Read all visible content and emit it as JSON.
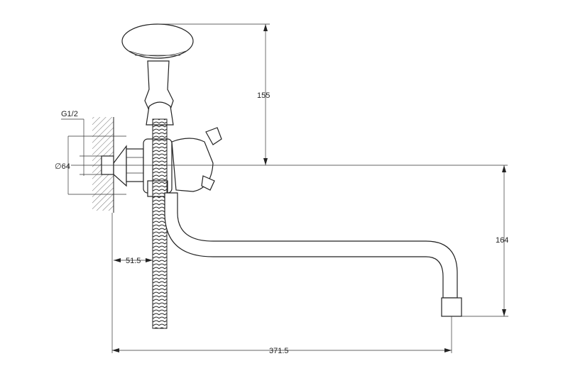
{
  "drawing": {
    "dimensions": {
      "thread": "G1/2",
      "diameter": "∅64",
      "height_top": "155",
      "height_spout": "164",
      "offset": "51.5",
      "length": "371.5"
    }
  }
}
